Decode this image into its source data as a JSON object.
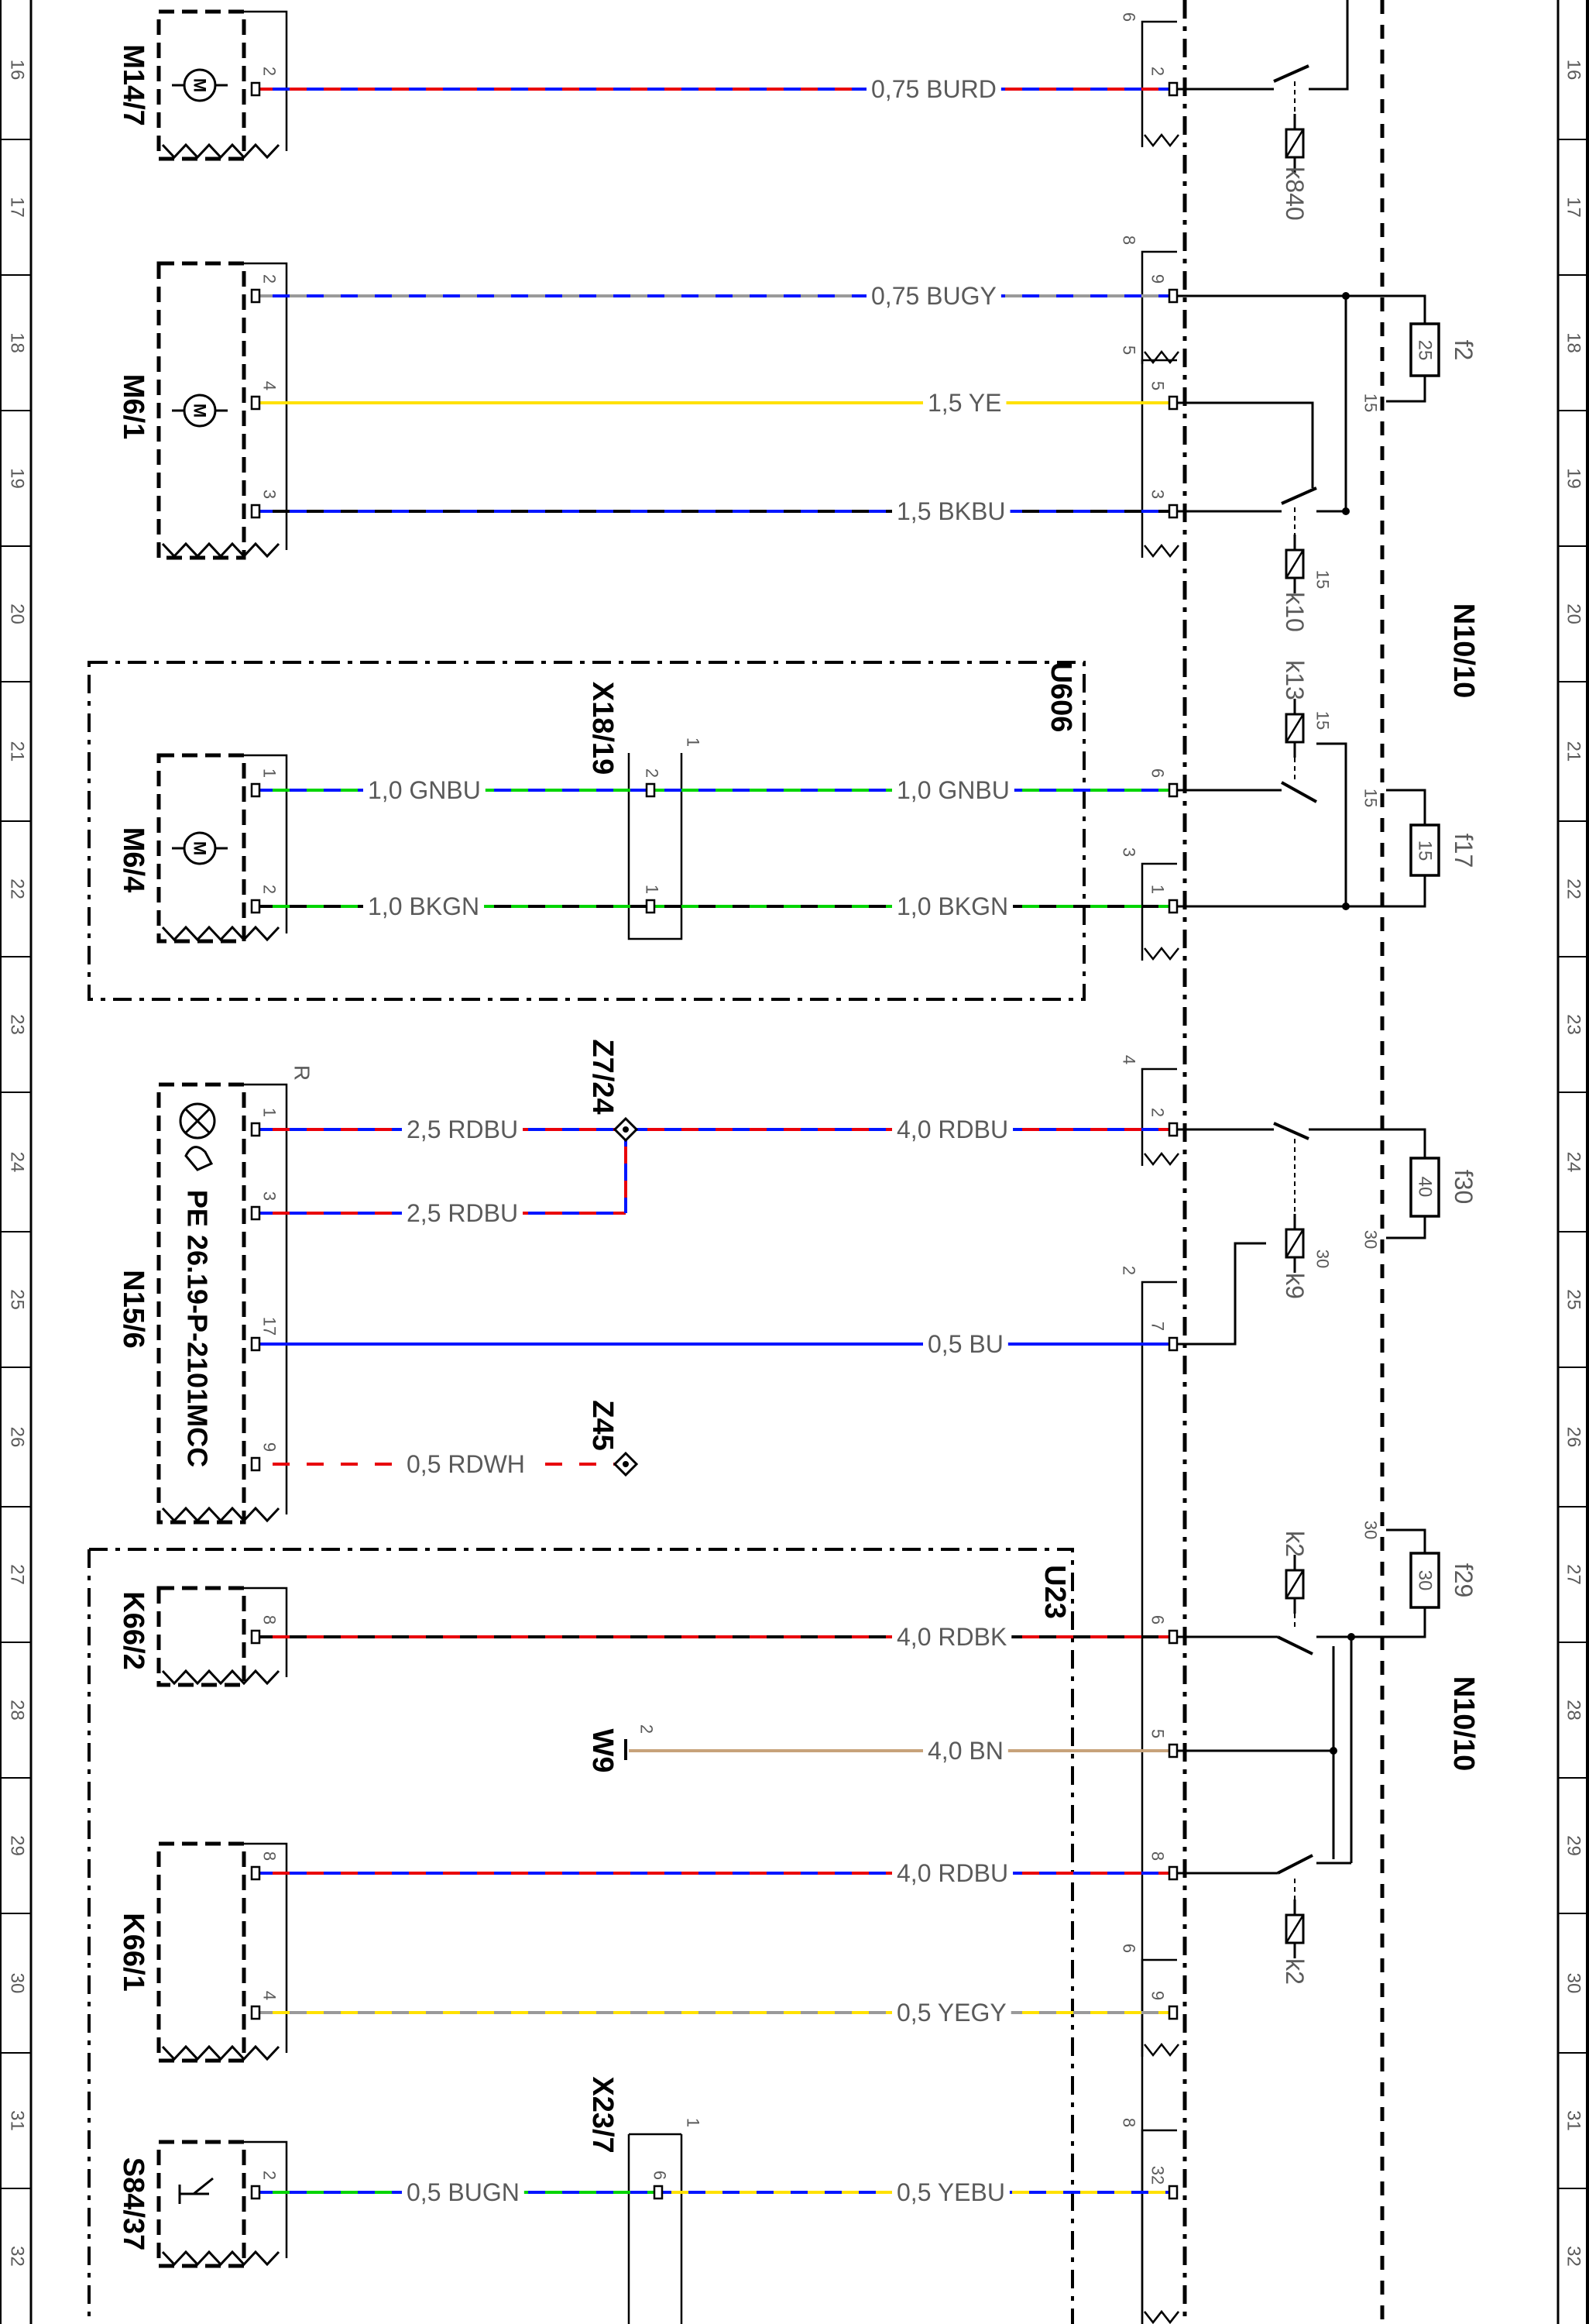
{
  "rows": [
    "16",
    "17",
    "18",
    "19",
    "20",
    "21",
    "22",
    "23",
    "24",
    "25",
    "26",
    "27",
    "28",
    "29",
    "30",
    "31",
    "32"
  ],
  "components": {
    "m14_7": "M14/7",
    "m6_1": "M6/1",
    "m6_4": "M6/4",
    "n15_6": "N15/6",
    "k66_2": "K66/2",
    "k66_1": "K66/1",
    "s84_37": "S84/37",
    "w9": "W9",
    "x18_19": "X18/19",
    "x23_7": "X23/7",
    "z7_24": "Z7/24",
    "z45": "Z45",
    "u606": "U606",
    "u23": "U23",
    "n10_10_a": "N10/10",
    "n10_10_b": "N10/10",
    "pe_ref": "PE 26.19-P-2101MCC",
    "r_mark": "R"
  },
  "wires": {
    "w16": "0,75 BURD",
    "w18a": "0,75 BUGY",
    "w18b": "1,5 YE",
    "w19": "1,5 BKBU",
    "w21a": "1,0 GNBU",
    "w21b": "1,0 GNBU",
    "w22a": "1,0 BKGN",
    "w22b": "1,0 BKGN",
    "w24a": "2,5 RDBU",
    "w24b": "4,0 RDBU",
    "w24c": "2,5 RDBU",
    "w25": "0,5 BU",
    "w26": "0,5 RDWH",
    "w27": "4,0 RDBK",
    "w28": "4,0 BN",
    "w29": "4,0 RDBU",
    "w30": "0,5 YEGY",
    "w31a": "0,5 BUGN",
    "w31b": "0,5 YEBU"
  },
  "relays": {
    "k840": "k840",
    "k10": "k10",
    "k13": "k13",
    "k9": "k9",
    "k2a": "k2",
    "k2b": "k2"
  },
  "fuses": {
    "f2": "f2",
    "f2_val": "25",
    "f17": "f17",
    "f17_val": "15",
    "f30": "f30",
    "f30_val": "40",
    "f29": "f29",
    "f29_val": "30"
  },
  "pins": {
    "m14_7_p": "2",
    "m6_1_p2": "2",
    "m6_1_p4": "4",
    "m6_1_p3": "3",
    "m6_4_p1": "1",
    "m6_4_p2": "2",
    "n15_6_p1": "1",
    "n15_6_p3": "3",
    "n15_6_p17": "17",
    "n15_6_p9": "9",
    "k66_2_p": "8",
    "k66_1_p8": "8",
    "k66_1_p4": "4",
    "s84_p": "2",
    "x18_p2": "2",
    "x18_p1": "1",
    "x18_c": "1",
    "x23_p": "6",
    "x23_c": "1",
    "w9_p": "2",
    "n_16": "2",
    "n_18a": "9",
    "n_18b": "5",
    "n_19": "3",
    "n_21": "6",
    "n_22": "1",
    "n_24": "2",
    "n_25": "7",
    "n_27": "6",
    "n_28": "5",
    "n_29": "8",
    "n_30": "9",
    "n_31": "32",
    "c_16": "6",
    "c_18a": "8",
    "c_18b": "5",
    "c_22": "3",
    "c_24": "4",
    "c_25": "2",
    "c_30": "6",
    "c_31": "8",
    "t15_a": "15",
    "t15_b": "15",
    "t15_c": "15",
    "t15_d": "15",
    "t30_a": "30",
    "t30_b": "30",
    "t30_c": "30"
  },
  "colors": {
    "RD": "#e8000b",
    "BU": "#0015ff",
    "GY": "#9a9a9a",
    "YE": "#ffe100",
    "BK": "#000000",
    "GN": "#00d400",
    "WH": "#ffffff",
    "BN": "#c7a27a"
  }
}
